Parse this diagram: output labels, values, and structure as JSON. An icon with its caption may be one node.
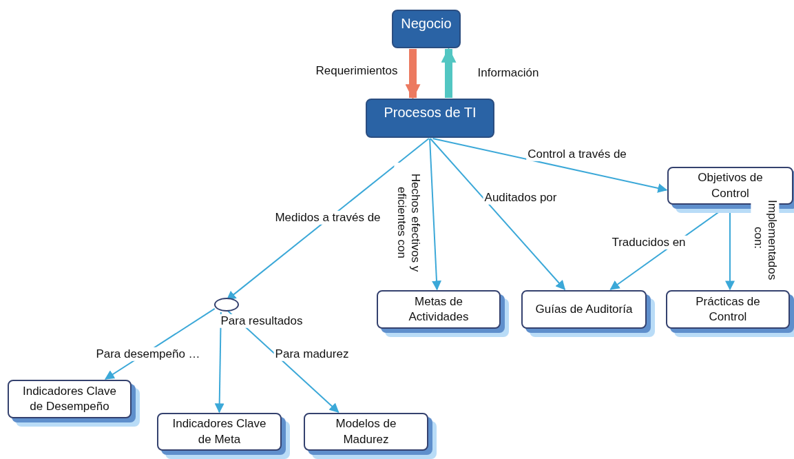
{
  "diagram": {
    "nodes": [
      {
        "text": [
          "Negocio"
        ]
      },
      {
        "text": [
          "Procesos de TI"
        ]
      },
      {
        "text": [
          "Objetivos de Control"
        ]
      },
      {
        "text": [],
        "shape": "circle"
      },
      {
        "text": [
          "Metas de Actividades"
        ]
      },
      {
        "text": [
          "Guías de Auditoría"
        ]
      },
      {
        "text": [
          "Prácticas de Control"
        ]
      },
      {
        "text": [
          "Indicadores Clave de Desempeño"
        ]
      },
      {
        "text": [
          "Indicadores Clave de Meta"
        ]
      },
      {
        "text": [
          "Modelos de Madurez"
        ]
      }
    ],
    "edges": [
      {
        "from": 0,
        "to": 1,
        "arrow": "to",
        "label": "Requerimientos",
        "style": "thick",
        "color": "#ec7a60"
      },
      {
        "from": 1,
        "to": 0,
        "arrow": "to",
        "label": "Información",
        "style": "thick",
        "color": "#52c6c2"
      },
      {
        "from": 1,
        "to": 3,
        "arrow": "to",
        "label": "Medidos a través de"
      },
      {
        "from": 1,
        "to": 4,
        "arrow": "to",
        "label": "Hechos efectivos y eficientes con"
      },
      {
        "from": 1,
        "to": 5,
        "arrow": "to",
        "label": "Auditados por"
      },
      {
        "from": 1,
        "to": 2,
        "arrow": "to",
        "label": "Control a través de"
      },
      {
        "from": 2,
        "to": 5,
        "arrow": "to",
        "label": "Traducidos en"
      },
      {
        "from": 2,
        "to": 6,
        "arrow": "to",
        "label": "Implementados con:"
      },
      {
        "from": 3,
        "to": 7,
        "arrow": "to",
        "label": "Para desempeño …"
      },
      {
        "from": 3,
        "to": 8,
        "arrow": "to",
        "label": "Para resultados"
      },
      {
        "from": 3,
        "to": 9,
        "arrow": "to",
        "label": "Para madurez"
      }
    ]
  }
}
